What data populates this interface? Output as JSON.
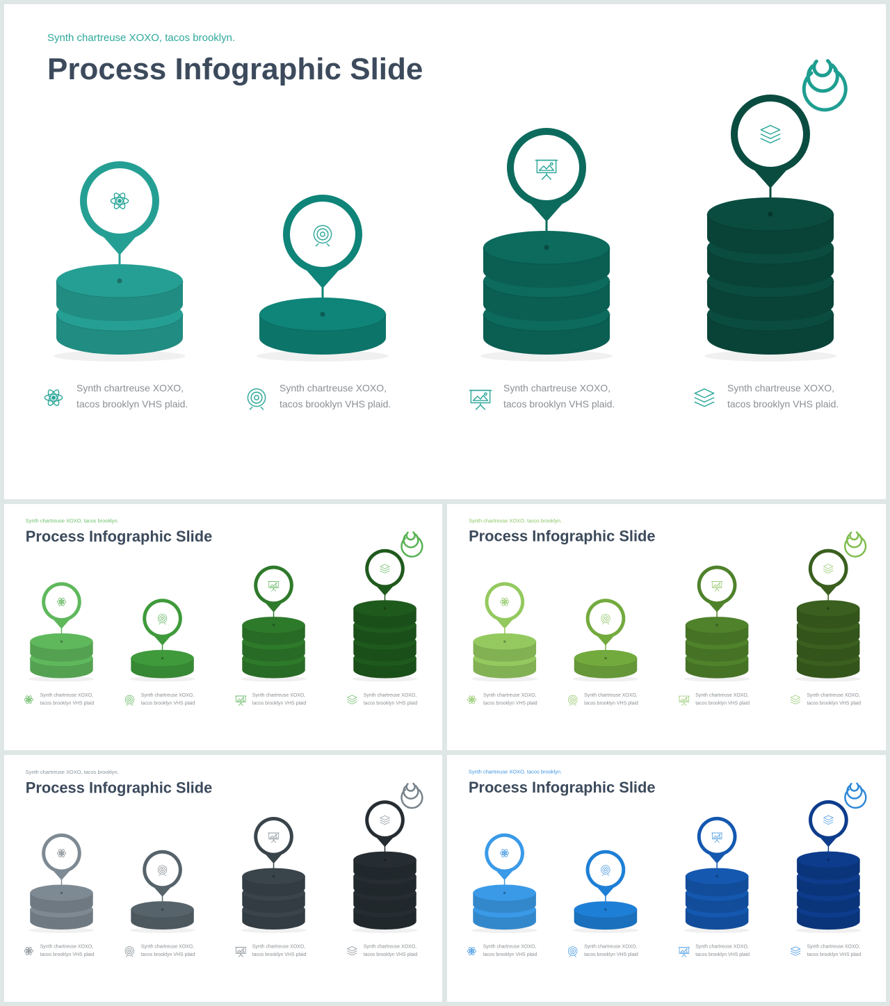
{
  "slides": [
    {
      "id": "main",
      "subtitle": "Synth chartreuse XOXO, tacos brooklyn.",
      "title": "Process Infographic Slide",
      "colors": {
        "subtitle": "#2ea89b",
        "logo": "#1f9e91",
        "icon": "#2ea89b",
        "stacks": [
          "#259f93",
          "#0f8478",
          "#0c6b5d",
          "#0a4c40"
        ]
      },
      "items": [
        {
          "icon": "atom-icon",
          "layers": 2,
          "line1": "Synth chartreuse XOXO,",
          "line2": "tacos brooklyn VHS plaid."
        },
        {
          "icon": "target-icon",
          "layers": 1,
          "line1": "Synth chartreuse XOXO,",
          "line2": "tacos brooklyn VHS plaid."
        },
        {
          "icon": "presentation-icon",
          "layers": 3,
          "line1": "Synth chartreuse XOXO,",
          "line2": "tacos brooklyn VHS plaid."
        },
        {
          "icon": "layers-icon",
          "layers": 4,
          "line1": "Synth chartreuse XOXO,",
          "line2": "tacos brooklyn VHS plaid."
        }
      ]
    },
    {
      "id": "green",
      "subtitle": "Synth chartreuse XOXO, tacos brooklyn.",
      "title": "Process Infographic Slide",
      "colors": {
        "subtitle": "#6dbf6a",
        "logo": "#55b252",
        "icon": "#5eb45b",
        "stacks": [
          "#5fb85c",
          "#3f9a3b",
          "#2e7a2b",
          "#1f5a1d"
        ]
      },
      "items": [
        {
          "icon": "atom-icon",
          "layers": 2,
          "line1": "Synth chartreuse XOXO,",
          "line2": "tacos brooklyn VHS plaid"
        },
        {
          "icon": "target-icon",
          "layers": 1,
          "line1": "Synth chartreuse XOXO,",
          "line2": "tacos brooklyn VHS plaid"
        },
        {
          "icon": "presentation-icon",
          "layers": 3,
          "line1": "Synth chartreuse XOXO,",
          "line2": "tacos brooklyn VHS plaid"
        },
        {
          "icon": "layers-icon",
          "layers": 4,
          "line1": "Synth chartreuse XOXO,",
          "line2": "tacos brooklyn VHS plaid"
        }
      ]
    },
    {
      "id": "lime",
      "subtitle": "Synth chartreuse XOXO, tacos brooklyn.",
      "title": "Process Infographic Slide",
      "colors": {
        "subtitle": "#8cc463",
        "logo": "#7fbd4e",
        "icon": "#8cc463",
        "stacks": [
          "#94c95f",
          "#73aa3e",
          "#4f822b",
          "#3a5f1f"
        ]
      },
      "items": [
        {
          "icon": "atom-icon",
          "layers": 2,
          "line1": "Synth chartreuse XOXO,",
          "line2": "tacos brooklyn VHS plaid"
        },
        {
          "icon": "target-icon",
          "layers": 1,
          "line1": "Synth chartreuse XOXO,",
          "line2": "tacos brooklyn VHS plaid"
        },
        {
          "icon": "presentation-icon",
          "layers": 3,
          "line1": "Synth chartreuse XOXO,",
          "line2": "tacos brooklyn VHS plaid"
        },
        {
          "icon": "layers-icon",
          "layers": 4,
          "line1": "Synth chartreuse XOXO,",
          "line2": "tacos brooklyn VHS plaid"
        }
      ]
    },
    {
      "id": "gray",
      "subtitle": "Synth chartreuse XOXO, tacos brooklyn.",
      "title": "Process Infographic Slide",
      "colors": {
        "subtitle": "#8a949b",
        "logo": "#77828a",
        "icon": "#7d868d",
        "stacks": [
          "#7e8a93",
          "#56636b",
          "#39444b",
          "#262d32"
        ]
      },
      "items": [
        {
          "icon": "atom-icon",
          "layers": 2,
          "line1": "Synth chartreuse XOXO,",
          "line2": "tacos brooklyn VHS plaid"
        },
        {
          "icon": "target-icon",
          "layers": 1,
          "line1": "Synth chartreuse XOXO,",
          "line2": "tacos brooklyn VHS plaid"
        },
        {
          "icon": "presentation-icon",
          "layers": 3,
          "line1": "Synth chartreuse XOXO,",
          "line2": "tacos brooklyn VHS plaid"
        },
        {
          "icon": "layers-icon",
          "layers": 4,
          "line1": "Synth chartreuse XOXO,",
          "line2": "tacos brooklyn VHS plaid"
        }
      ]
    },
    {
      "id": "blue",
      "subtitle": "Synth chartreuse XOXO, tacos brooklyn.",
      "title": "Process Infographic Slide",
      "colors": {
        "subtitle": "#3d94e0",
        "logo": "#2f88d8",
        "icon": "#3d94e0",
        "stacks": [
          "#3a9ae8",
          "#1e7fd6",
          "#1458b0",
          "#0d3c8c"
        ]
      },
      "items": [
        {
          "icon": "atom-icon",
          "layers": 2,
          "line1": "Synth chartreuse XOXO,",
          "line2": "tacos brooklyn VHS plaid"
        },
        {
          "icon": "target-icon",
          "layers": 1,
          "line1": "Synth chartreuse XOXO,",
          "line2": "tacos brooklyn VHS plaid"
        },
        {
          "icon": "presentation-icon",
          "layers": 3,
          "line1": "Synth chartreuse XOXO,",
          "line2": "tacos brooklyn VHS plaid"
        },
        {
          "icon": "layers-icon",
          "layers": 4,
          "line1": "Synth chartreuse XOXO,",
          "line2": "tacos brooklyn VHS plaid"
        }
      ]
    }
  ]
}
